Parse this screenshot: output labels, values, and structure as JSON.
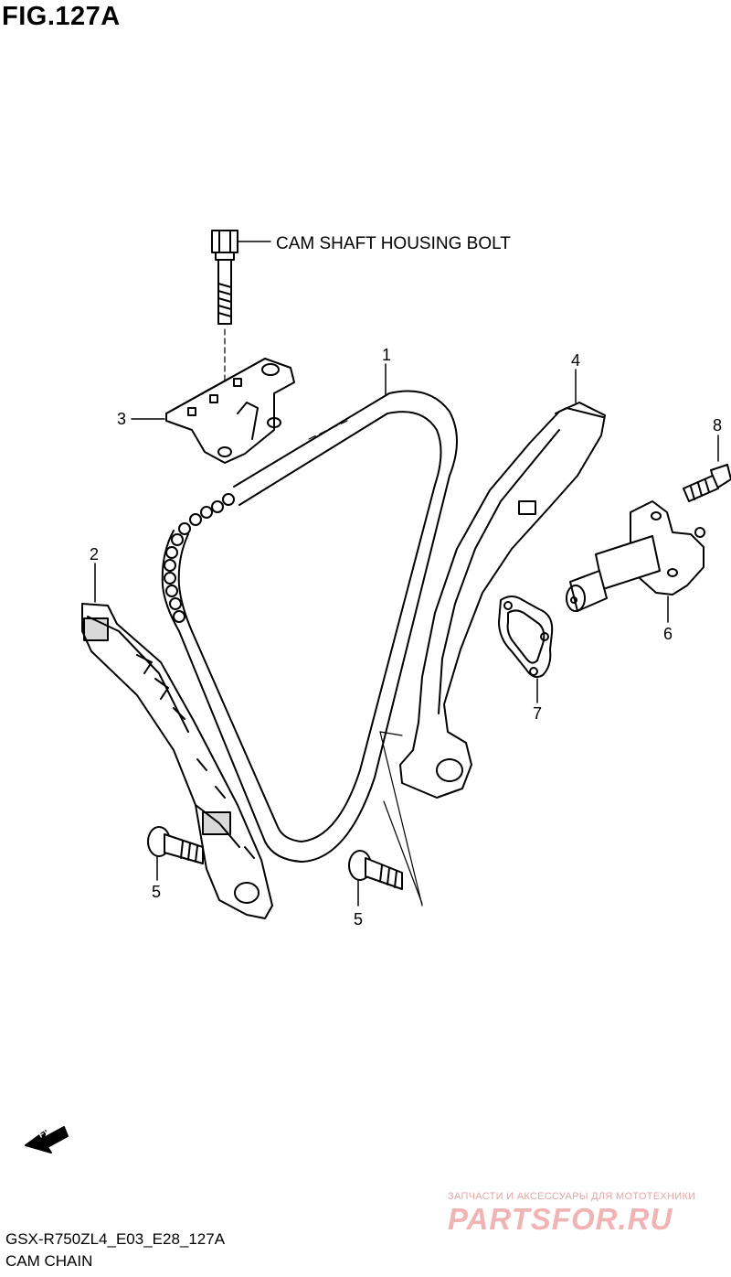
{
  "figure": {
    "title": "FIG.127A",
    "bolt_label": "CAM SHAFT HOUSING BOLT",
    "fwd_label": "FWD"
  },
  "callouts": [
    {
      "id": "1",
      "label": "1"
    },
    {
      "id": "2",
      "label": "2"
    },
    {
      "id": "3",
      "label": "3"
    },
    {
      "id": "4",
      "label": "4"
    },
    {
      "id": "5a",
      "label": "5"
    },
    {
      "id": "5b",
      "label": "5"
    },
    {
      "id": "6",
      "label": "6"
    },
    {
      "id": "7",
      "label": "7"
    },
    {
      "id": "8",
      "label": "8"
    }
  ],
  "footer": {
    "model_code": "GSX-R750ZL4_E03_E28_127A",
    "group_name": "CAM CHAIN"
  },
  "watermark": {
    "tagline": "ЗАПЧАСТИ И АКСЕССУАРЫ ДЛЯ МОТОТЕХНИКИ",
    "brand": "PARTSFOR.RU"
  }
}
